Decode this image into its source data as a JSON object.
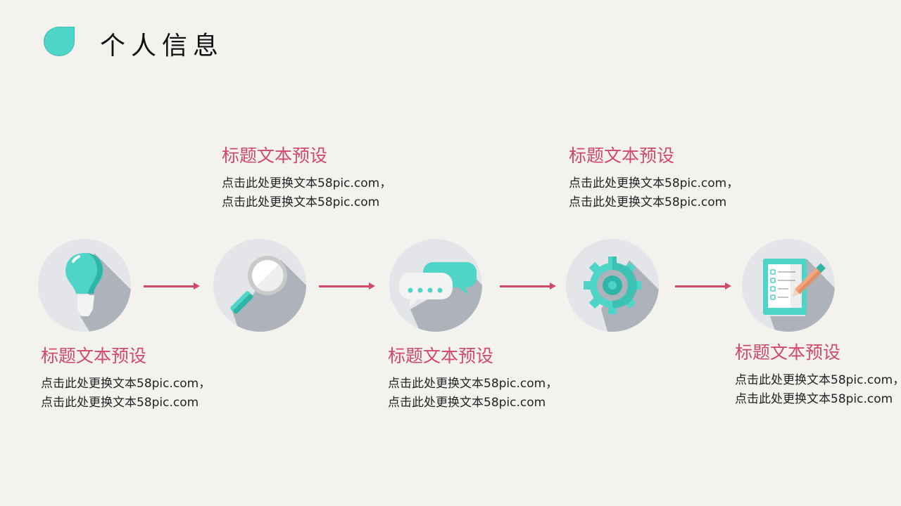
{
  "header": {
    "title": "个人信息"
  },
  "steps": [
    {
      "icon": "lightbulb-icon",
      "title": "标题文本预设",
      "line1": "点击此处更换文本58pic.com，",
      "line2": "点击此处更换文本58pic.com"
    },
    {
      "icon": "magnifier-icon",
      "title": "标题文本预设",
      "line1": "点击此处更换文本58pic.com，",
      "line2": "点击此处更换文本58pic.com"
    },
    {
      "icon": "chat-bubbles-icon",
      "title": "标题文本预设",
      "line1": "点击此处更换文本58pic.com，",
      "line2": "点击此处更换文本58pic.com"
    },
    {
      "icon": "gear-icon",
      "title": "标题文本预设",
      "line1": "点击此处更换文本58pic.com，",
      "line2": "点击此处更换文本58pic.com"
    },
    {
      "icon": "checklist-icon",
      "title": "标题文本预设",
      "line1": "点击此处更换文本58pic.com，",
      "line2": "点击此处更换文本58pic.com"
    }
  ],
  "colors": {
    "accent": "#cf4a68",
    "teal": "#4fd4c8",
    "background": "#f4f2ef"
  }
}
